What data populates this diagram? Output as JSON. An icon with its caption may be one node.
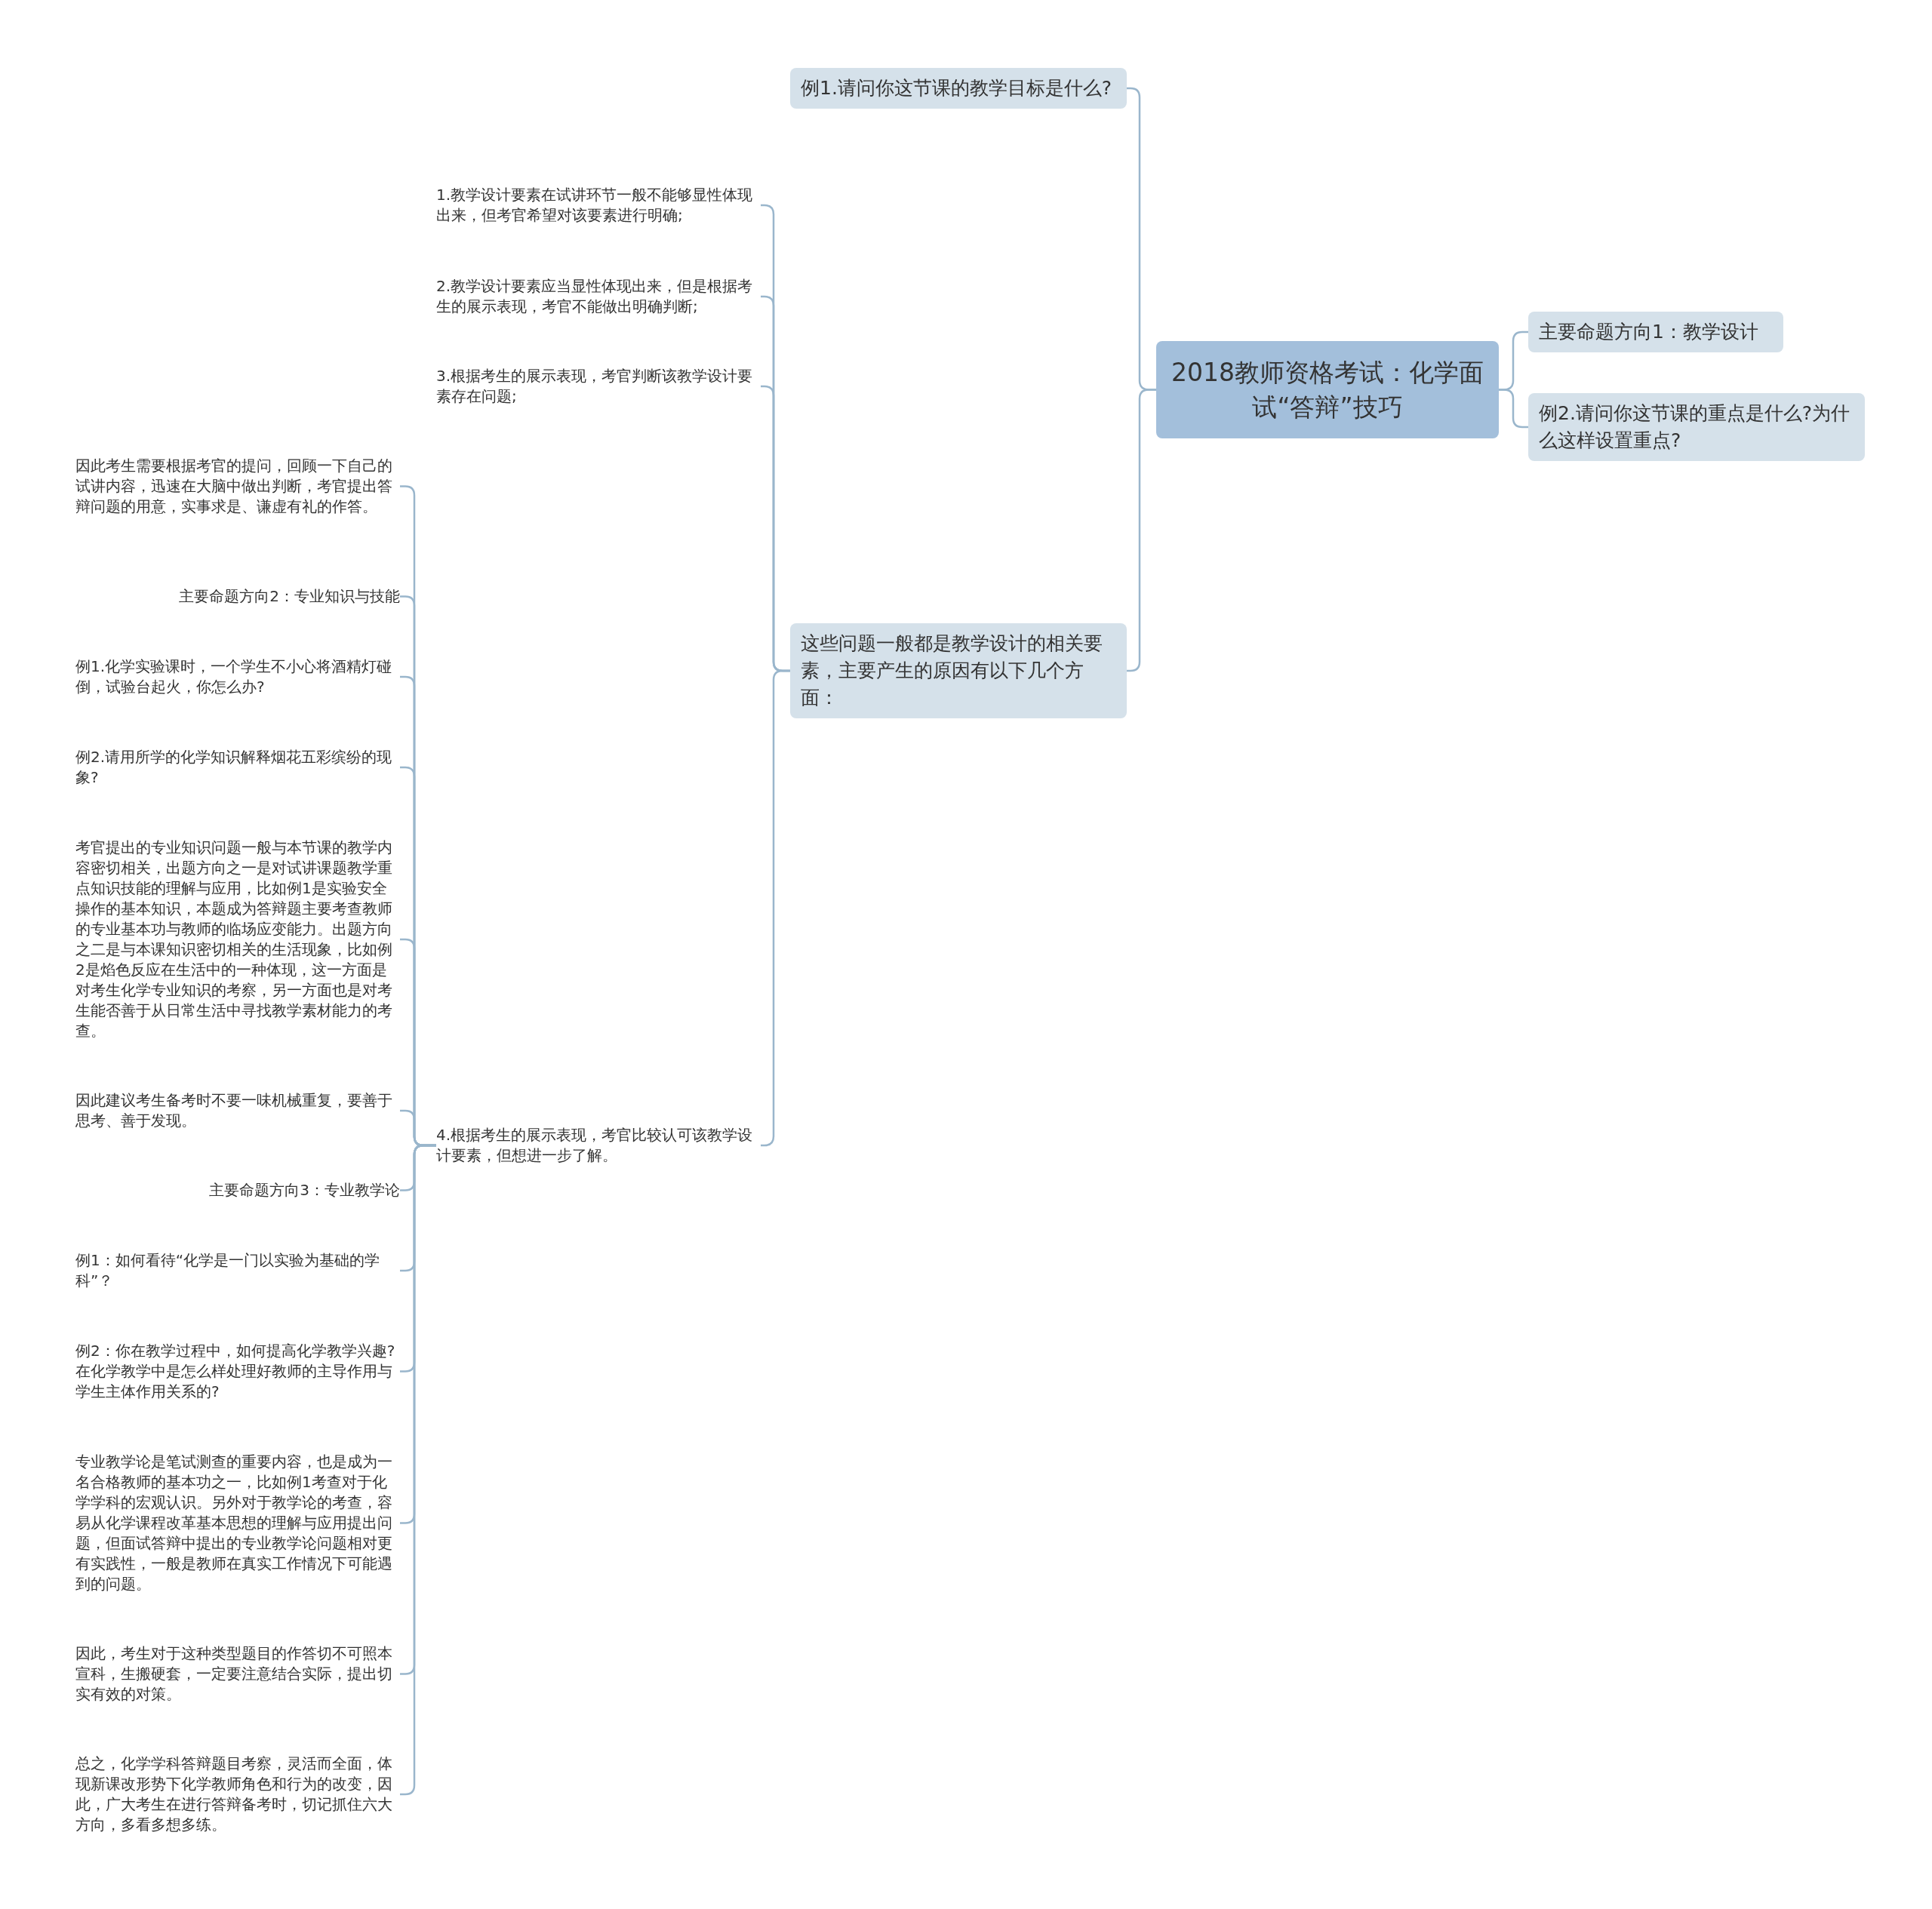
{
  "diagram": {
    "nodes": [
      {
        "text": [
          "2018教师资格考试：化学面试“答辩”技巧"
        ]
      },
      {
        "text": [
          "主要命题方向1：教学设计"
        ]
      },
      {
        "text": [
          "例2.请问你这节课的重点是什么?为什么这样设置重点?"
        ]
      },
      {
        "text": [
          "例1.请问你这节课的教学目标是什么?"
        ]
      },
      {
        "text": [
          "这些问题一般都是教学设计的相关要素，主要产生的原因有以下几个方面："
        ]
      },
      {
        "text": [
          "1.教学设计要素在试讲环节一般不能够显性体现出来，但考官希望对该要素进行明确;"
        ]
      },
      {
        "text": [
          "2.教学设计要素应当显性体现出来，但是根据考生的展示表现，考官不能做出明确判断;"
        ]
      },
      {
        "text": [
          "3.根据考生的展示表现，考官判断该教学设计要素存在问题;"
        ]
      },
      {
        "text": [
          "4.根据考生的展示表现，考官比较认可该教学设计要素，但想进一步了解。"
        ]
      },
      {
        "text": [
          "因此考生需要根据考官的提问，回顾一下自己的试讲内容，迅速在大脑中做出判断，考官提出答辩问题的用意，实事求是、谦虚有礼的作答。"
        ]
      },
      {
        "text": [
          "主要命题方向2：专业知识与技能"
        ]
      },
      {
        "text": [
          "例1.化学实验课时，一个学生不小心将酒精灯碰倒，试验台起火，你怎么办?"
        ]
      },
      {
        "text": [
          "例2.请用所学的化学知识解释烟花五彩缤纷的现象?"
        ]
      },
      {
        "text": [
          "考官提出的专业知识问题一般与本节课的教学内容密切相关，出题方向之一是对试讲课题教学重点知识技能的理解与应用，比如例1是实验安全操作的基本知识，本题成为答辩题主要考查教师的专业基本功与教师的临场应变能力。出题方向之二是与本课知识密切相关的生活现象，比如例2是焰色反应在生活中的一种体现，这一方面是对考生化学专业知识的考察，另一方面也是对考生能否善于从日常生活中寻找教学素材能力的考查。"
        ]
      },
      {
        "text": [
          "因此建议考生备考时不要一味机械重复，要善于思考、善于发现。"
        ]
      },
      {
        "text": [
          "主要命题方向3：专业教学论"
        ]
      },
      {
        "text": [
          "例1：如何看待“化学是一门以实验为基础的学科”？"
        ]
      },
      {
        "text": [
          "例2：你在教学过程中，如何提高化学教学兴趣?在化学教学中是怎么样处理好教师的主导作用与学生主体作用关系的?"
        ]
      },
      {
        "text": [
          "专业教学论是笔试测查的重要内容，也是成为一名合格教师的基本功之一，比如例1考查对于化学学科的宏观认识。另外对于教学论的考查，容易从化学课程改革基本思想的理解与应用提出问题，但面试答辩中提出的专业教学论问题相对更有实践性，一般是教师在真实工作情况下可能遇到的问题。"
        ]
      },
      {
        "text": [
          "因此，考生对于这种类型题目的作答切不可照本宣科，生搬硬套，一定要注意结合实际，提出切实有效的对策。"
        ]
      },
      {
        "text": [
          "总之，化学学科答辩题目考察，灵活而全面，体现新课改形势下化学教师角色和行为的改变，因此，广大考生在进行答辩备考时，切记抓住六大方向，多看多想多练。"
        ]
      }
    ],
    "edges": [
      {
        "from": 0,
        "to": 1,
        "arrow": "none"
      },
      {
        "from": 0,
        "to": 2,
        "arrow": "none"
      },
      {
        "from": 0,
        "to": 3,
        "arrow": "none"
      },
      {
        "from": 0,
        "to": 4,
        "arrow": "none"
      },
      {
        "from": 4,
        "to": 5,
        "arrow": "none"
      },
      {
        "from": 4,
        "to": 6,
        "arrow": "none"
      },
      {
        "from": 4,
        "to": 7,
        "arrow": "none"
      },
      {
        "from": 4,
        "to": 8,
        "arrow": "none"
      },
      {
        "from": 8,
        "to": 9,
        "arrow": "none"
      },
      {
        "from": 8,
        "to": 10,
        "arrow": "none"
      },
      {
        "from": 8,
        "to": 11,
        "arrow": "none"
      },
      {
        "from": 8,
        "to": 12,
        "arrow": "none"
      },
      {
        "from": 8,
        "to": 13,
        "arrow": "none"
      },
      {
        "from": 8,
        "to": 14,
        "arrow": "none"
      },
      {
        "from": 8,
        "to": 15,
        "arrow": "none"
      },
      {
        "from": 8,
        "to": 16,
        "arrow": "none"
      },
      {
        "from": 8,
        "to": 17,
        "arrow": "none"
      },
      {
        "from": 8,
        "to": 18,
        "arrow": "none"
      },
      {
        "from": 8,
        "to": 19,
        "arrow": "none"
      },
      {
        "from": 8,
        "to": 20,
        "arrow": "none"
      }
    ]
  }
}
